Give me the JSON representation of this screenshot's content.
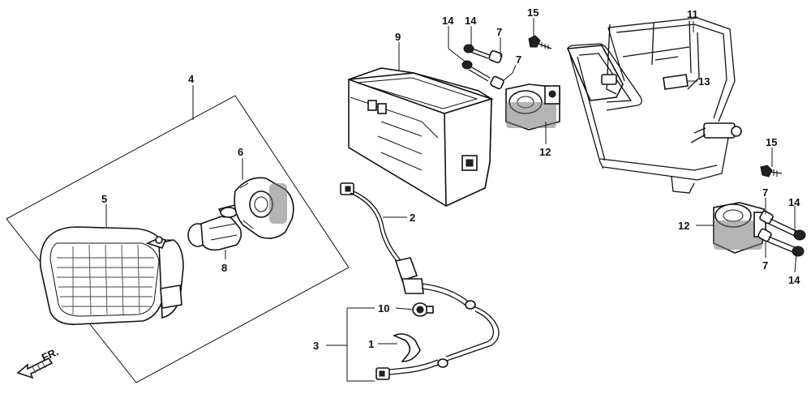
{
  "callouts": {
    "c1": "1",
    "c2": "2",
    "c3": "3",
    "c4": "4",
    "c5": "5",
    "c6": "6",
    "c7a": "7",
    "c7b": "7",
    "c7c": "7",
    "c7d": "7",
    "c8": "8",
    "c9": "9",
    "c10": "10",
    "c11": "11",
    "c12a": "12",
    "c12b": "12",
    "c13": "13",
    "c14a": "14",
    "c14b": "14",
    "c14c": "14",
    "c14d": "14",
    "c15a": "15",
    "c15b": "15"
  },
  "direction": {
    "label": "FR."
  }
}
